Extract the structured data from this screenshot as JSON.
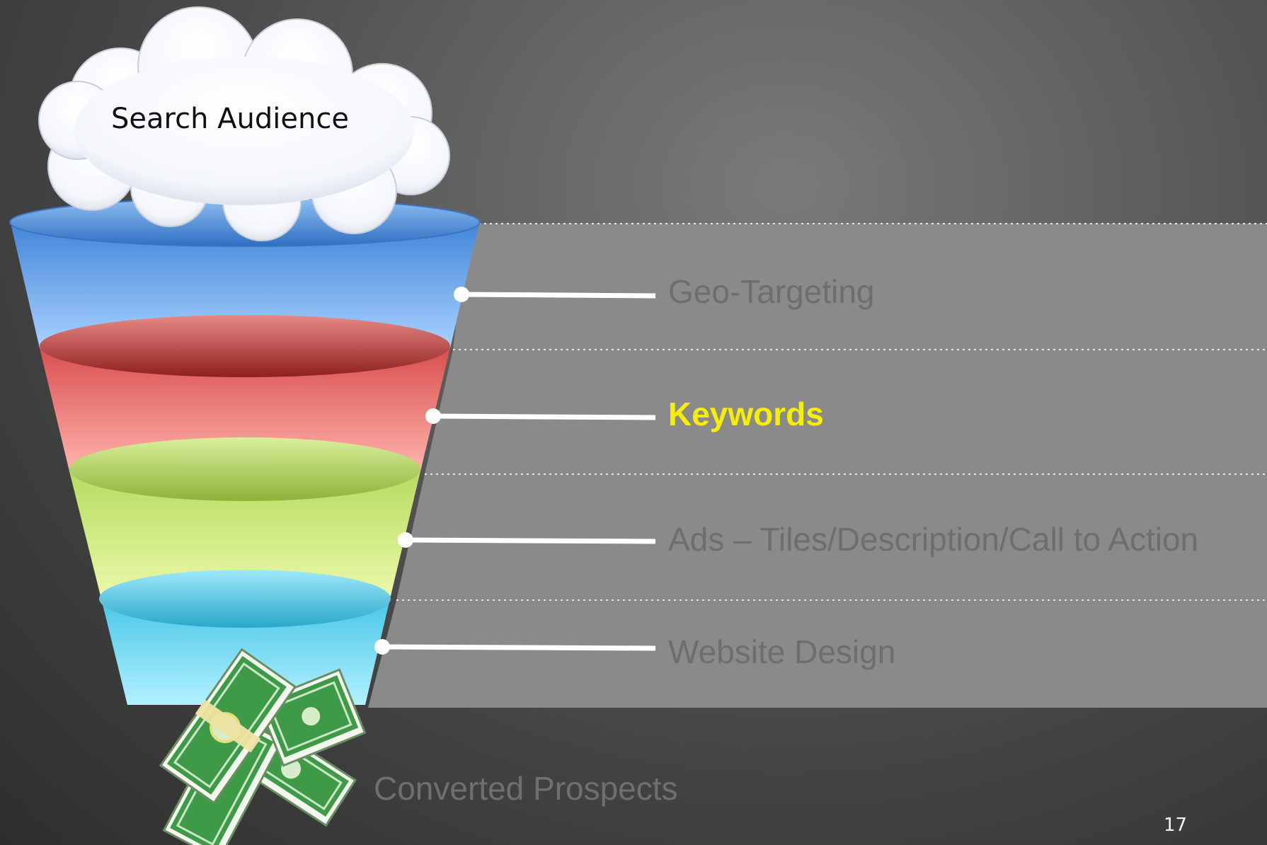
{
  "cloud": {
    "label": "Search Audience"
  },
  "stages": [
    {
      "label": "Geo-Targeting",
      "highlighted": false
    },
    {
      "label": "Keywords",
      "highlighted": true
    },
    {
      "label": "Ads – Tiles/Description/Call to Action",
      "highlighted": false
    },
    {
      "label": "Website Design",
      "highlighted": false
    }
  ],
  "output": {
    "label": "Converted Prospects",
    "icon": "money-stack-icon"
  },
  "slide_number": "17",
  "colors": {
    "label_default": "#6e6e6e",
    "label_highlight": "#f6f000",
    "band": "#8a8a8a",
    "stage_blue": "#5b9ee6",
    "stage_red": "#e46b6b",
    "stage_green": "#c8e27a",
    "stage_cyan": "#67d2ee"
  }
}
